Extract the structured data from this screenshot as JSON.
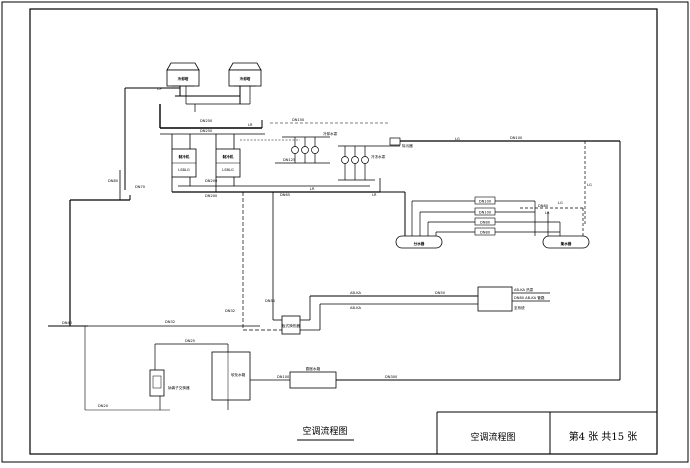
{
  "labels": {
    "cooling_tower_1": "冷却塔",
    "cooling_tower_2": "冷却塔",
    "chiller_1": "制冷机",
    "chiller_2": "制冷机",
    "chiller_1_model": "LSBLG",
    "chiller_2_model": "LSBLG",
    "pump_group_1": "冷却水泵",
    "pump_group_2": "冷冻水泵",
    "dirt_separator": "除污器",
    "supply_header": "分水器",
    "return_header": "集水器",
    "softener": "软化水箱",
    "ion_exchanger": "钠离子交换器",
    "expansion_tank": "膨胀水箱",
    "heat_exchanger": "板式换热器",
    "to_system": "至系统",
    "sys_line_1": "AB-KA 热泵",
    "sys_line_2": "DN80 AB-KA 管路",
    "line_ab1": "AB-KA",
    "line_ab2": "AB-KA",
    "lr": "LR",
    "lg": "LG",
    "lr2": "LR",
    "lr3": "LR",
    "lr4": "LR",
    "lg2": "LG",
    "lg3": "LG",
    "cp": "CP",
    "dn": [
      "DN250",
      "DN250",
      "DN200",
      "DN200",
      "DN150",
      "DN125",
      "DN100",
      "DN80",
      "DN65",
      "DN50",
      "DN40",
      "DN32",
      "DN25",
      "DN20",
      "DN300",
      "DN100",
      "DN80",
      "DN70",
      "DN50",
      "DN32"
    ],
    "header_branches": [
      "DN100",
      "DN100",
      "DN80",
      "DN80"
    ]
  },
  "title_block": {
    "drawing_title": "空调流程图",
    "sheet_title": "空调流程图",
    "sheet_number": "第4 张  共15 张"
  }
}
